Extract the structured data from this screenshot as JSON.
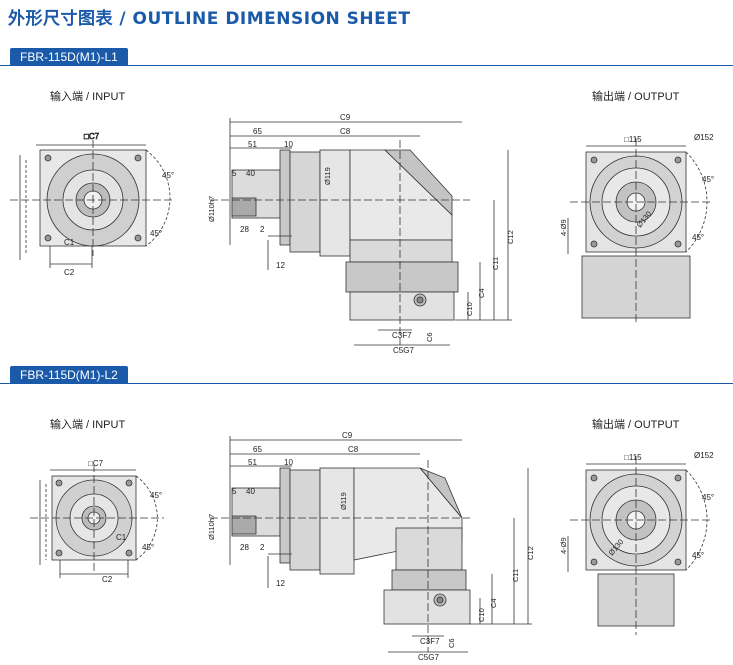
{
  "page": {
    "title": "外形尺寸图表 / OUTLINE DIMENSION SHEET",
    "accent_color": "#1a5aa8"
  },
  "sections": [
    {
      "model": "FBR-115D(M1)-L1",
      "input_label": "输入端 / INPUT",
      "output_label": "输出端 / OUTPUT",
      "input_view": {
        "c7": "□C7",
        "c1": "C1",
        "c2": "C2",
        "angle": "45°"
      },
      "side_view": {
        "c9": "C9",
        "d65": "65",
        "c8": "C8",
        "d51": "51",
        "d10": "10",
        "d5": "5",
        "d40": "40",
        "d28": "28",
        "d2": "2",
        "d12": "12",
        "d110": "Ø110h7",
        "d119": "Ø119",
        "c12": "C12",
        "c11": "C11",
        "c4": "C4",
        "c10": "C10",
        "c3": "C3F7",
        "c6": "C6",
        "c5": "C5G7"
      },
      "output_view": {
        "sq115": "□115",
        "d152": "Ø152",
        "d130": "Ø130",
        "holes": "4-Ø9",
        "angle": "45°"
      }
    },
    {
      "model": "FBR-115D(M1)-L2",
      "input_label": "输入端 / INPUT",
      "output_label": "输出端 / OUTPUT",
      "input_view": {
        "c7": "□C7",
        "c1": "C1",
        "c2": "C2",
        "angle": "45°"
      },
      "side_view": {
        "c9": "C9",
        "d65": "65",
        "c8": "C8",
        "d51": "51",
        "d10": "10",
        "d5": "5",
        "d40": "40",
        "d28": "28",
        "d2": "2",
        "d12": "12",
        "d110": "Ø110h7",
        "d119": "Ø119",
        "c12": "C12",
        "c11": "C11",
        "c4": "C4",
        "c10": "C10",
        "c3": "C3F7",
        "c6": "C6",
        "c5": "C5G7"
      },
      "output_view": {
        "sq115": "□115",
        "d152": "Ø152",
        "d130": "Ø130",
        "holes": "4-Ø9",
        "angle": "45°"
      }
    }
  ]
}
